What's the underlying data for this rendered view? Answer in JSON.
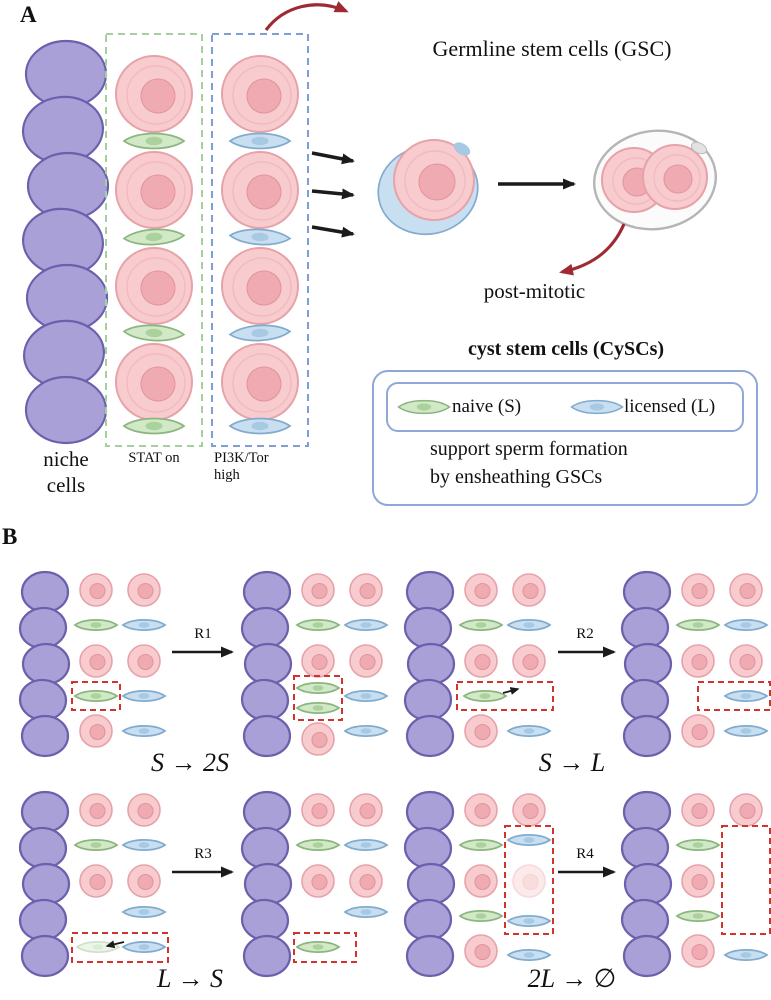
{
  "figure": {
    "panel_a_label": "A",
    "panel_b_label": "B"
  },
  "panel_a": {
    "niche_label": "niche cells",
    "stat_label": "STAT  on",
    "pi3k_label": "PI3K/Tor high",
    "gsc_title": "Germline stem cells (GSC)",
    "post_mitotic_label": "post-mitotic",
    "legend": {
      "title": "cyst stem cells (CySCs)",
      "naive_label": "naive (S)",
      "licensed_label": "licensed (L)",
      "desc_line1": "support sperm formation",
      "desc_line2": "by ensheathing GSCs"
    }
  },
  "panel_b": {
    "reactions": [
      {
        "label": "R1",
        "caption": "S → 2S"
      },
      {
        "label": "R2",
        "caption": "S → L"
      },
      {
        "label": "R3",
        "caption": "L → S"
      },
      {
        "label": "R4",
        "caption": "2L → ∅"
      }
    ]
  },
  "colors": {
    "niche_fill": "#a9a0d8",
    "niche_stroke": "#6b60ab",
    "gsc_fill": "#f8cbce",
    "gsc_stroke": "#e7a2a9",
    "gsc_ring": "#eeb6bb",
    "gsc_nucleus": "#efabb1",
    "gsc_nucleus_stroke": "#e2959e",
    "naive_fill": "#d2e9c8",
    "naive_stroke": "#8cb580",
    "naive_nucleus": "#abd29c",
    "licensed_fill": "#c8dff1",
    "licensed_stroke": "#82abcd",
    "licensed_nucleus": "#a7c9e3",
    "stat_box": "#a6cf9f",
    "pi3k_box": "#7d9fd3",
    "accent_red": "#9e2b33",
    "highlight_red": "#d0342c",
    "legend_border": "#8fa8d8",
    "membrane_gray": "#b5b5b5",
    "arrow_black": "#1b1b1b"
  }
}
